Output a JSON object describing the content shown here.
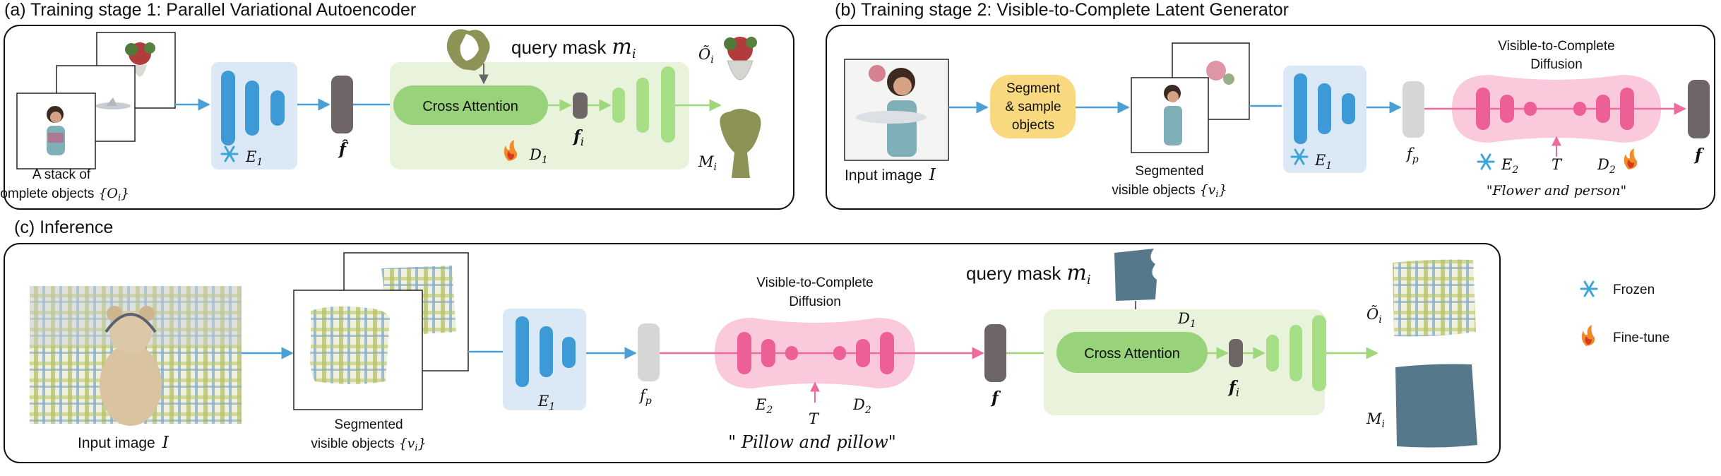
{
  "panel_a": {
    "title": "(a) Training stage 1: Parallel Variational Autoencoder",
    "stack_label_1": "A stack of",
    "stack_label_2": "complete objects",
    "stack_symbol": "{O",
    "stack_symbol_sub": "i",
    "stack_symbol_end": "}",
    "encoder": "E",
    "encoder_sub": "1",
    "latent": "f̂",
    "query_mask_label": "query mask",
    "query_mask_symbol": "m",
    "query_mask_sub": "i",
    "cross_attention": "Cross Attention",
    "feature": "f",
    "feature_sub": "i",
    "decoder": "D",
    "decoder_sub": "1",
    "out_obj": "Õ",
    "out_obj_sub": "i",
    "out_mask": "M",
    "out_mask_sub": "i"
  },
  "panel_b": {
    "title": "(b) Training stage 2: Visible-to-Complete Latent Generator",
    "input_label": "Input image",
    "input_symbol": "I",
    "segment_1": "Segment",
    "segment_2": "& sample",
    "segment_3": "objects",
    "seg_label_1": "Segmented",
    "seg_label_2": "visible objects",
    "seg_symbol": "{v",
    "seg_symbol_sub": "i",
    "seg_symbol_end": "}",
    "encoder": "E",
    "encoder_sub": "1",
    "fp": "f",
    "fp_sub": "p",
    "diffusion_1": "Visible-to-Complete",
    "diffusion_2": "Diffusion",
    "e2": "E",
    "e2_sub": "2",
    "t": "T",
    "d2": "D",
    "d2_sub": "2",
    "output": "f",
    "prompt": "\"Flower and person\""
  },
  "panel_c": {
    "title": "(c) Inference",
    "input_label": "Input image",
    "input_symbol": "I",
    "seg_label_1": "Segmented",
    "seg_label_2": "visible objects",
    "seg_symbol": "{v",
    "seg_symbol_sub": "i",
    "seg_symbol_end": "}",
    "encoder": "E",
    "encoder_sub": "1",
    "fp": "f",
    "fp_sub": "p",
    "diffusion_1": "Visible-to-Complete",
    "diffusion_2": "Diffusion",
    "e2": "E",
    "e2_sub": "2",
    "t": "T",
    "d2": "D",
    "d2_sub": "2",
    "prompt": "\" Pillow and pillow\"",
    "query_mask_label": "query mask",
    "query_mask_symbol": "m",
    "query_mask_sub": "i",
    "f": "f",
    "cross_attention": "Cross Attention",
    "decoder": "D",
    "decoder_sub": "1",
    "feature": "f",
    "feature_sub": "i",
    "out_obj": "Õ",
    "out_obj_sub": "i",
    "out_mask": "M",
    "out_mask_sub": "i"
  },
  "legend": {
    "frozen": "Frozen",
    "finetune": "Fine-tune"
  },
  "colors": {
    "encoder_bg": "#dbe9f6",
    "encoder_bar": "#3e9ad6",
    "latent_grey": "#6d6566",
    "fp_grey": "#d6d6d6",
    "decoder_bg": "#e9f3dc",
    "cross_attention": "#98d27a",
    "decoder_bar": "#a6df86",
    "diffusion_bg": "#fbc9dc",
    "diffusion_bar": "#ec5f97",
    "segment_box": "#f9d980",
    "arrow_blue": "#4a9fd4",
    "arrow_pink": "#ee6b9c",
    "arrow_green": "#9ed67a",
    "mask_olive": "#8d9356",
    "mask_slate": "#55798a"
  }
}
